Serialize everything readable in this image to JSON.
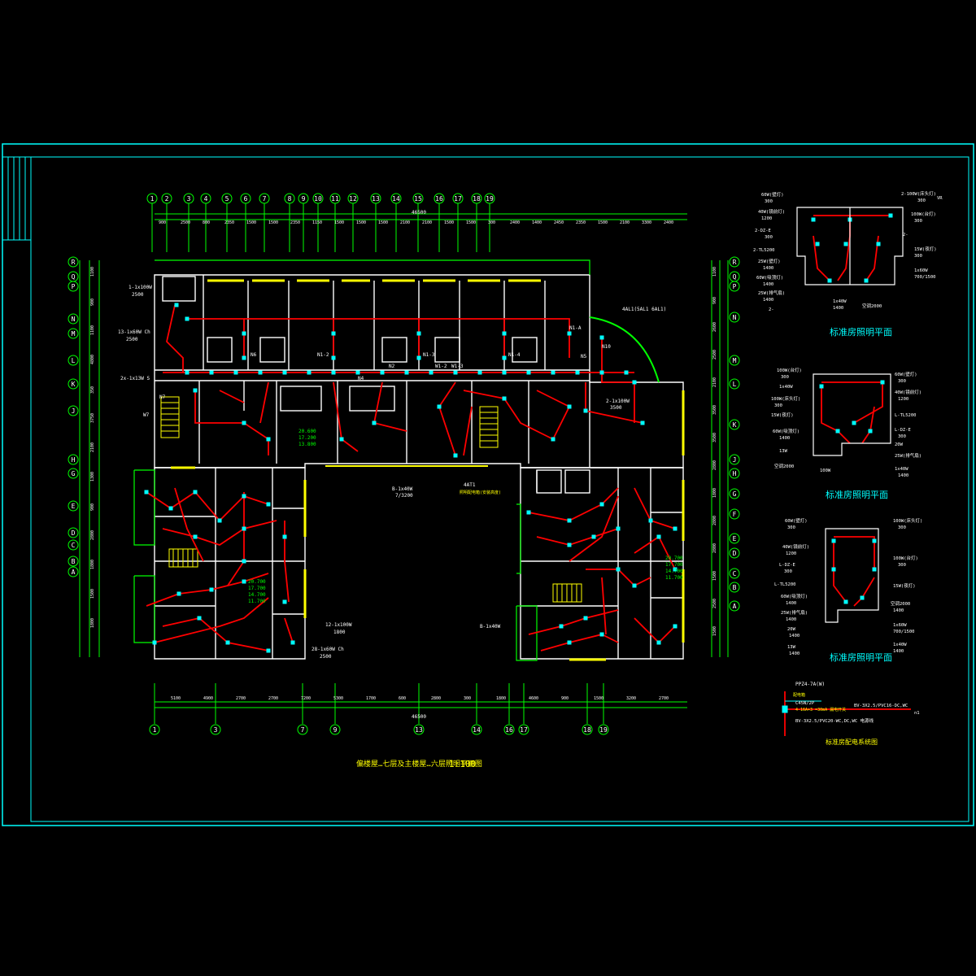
{
  "drawing": {
    "main_title": "偏楼屋…七层及主楼屋…六层照明平面图",
    "main_scale": "1:100",
    "overall_dim": "46500",
    "room1_title": "标准房照明平面",
    "room2_title": "标准房照明平面",
    "room3_title": "标准房照明平面",
    "system_title": "标准房配电系统图"
  },
  "grid_top": [
    "1",
    "2",
    "3",
    "4",
    "5",
    "6",
    "7",
    "8",
    "9",
    "10",
    "11",
    "12",
    "13",
    "14",
    "15",
    "16",
    "17",
    "18",
    "19"
  ],
  "grid_bottom": [
    "1",
    "3",
    "7",
    "9",
    "13",
    "14",
    "16",
    "17",
    "18",
    "19"
  ],
  "grid_left": [
    "R",
    "Q",
    "P",
    "N",
    "M",
    "L",
    "K",
    "J",
    "H",
    "G",
    "E",
    "D",
    "C",
    "B",
    "A"
  ],
  "grid_right": [
    "R",
    "Q",
    "P",
    "N",
    "M",
    "L",
    "K",
    "J",
    "H",
    "G",
    "F",
    "E",
    "D",
    "C",
    "B",
    "A"
  ],
  "dims_top": [
    "900",
    "2500",
    "800",
    "2350",
    "1500",
    "1500",
    "2350",
    "1150",
    "1500",
    "1500",
    "1500",
    "2100",
    "2100",
    "1500",
    "1500",
    "300",
    "2400",
    "1400",
    "2450",
    "2350",
    "1500",
    "2100",
    "3300",
    "2400"
  ],
  "dims_bottom": [
    "5100",
    "4900",
    "2700",
    "2700",
    "7200",
    "5300",
    "1700",
    "600",
    "2800",
    "300",
    "1800",
    "4600",
    "900",
    "1500",
    "3200",
    "2700"
  ],
  "dims_left": [
    "1100",
    "900",
    "1100",
    "4800",
    "350",
    "3750",
    "2100",
    "1300",
    "900",
    "2800",
    "1800",
    "1500",
    "1800"
  ],
  "dims_right": [
    "1100",
    "900",
    "2600",
    "2500",
    "2100",
    "3500",
    "3500",
    "2800",
    "1800",
    "2800",
    "2800",
    "1500",
    "2500",
    "1500"
  ],
  "annotations": {
    "a1": "1-1x100W",
    "a1b": "2500",
    "a2": "13-1x60W Ch",
    "a2b": "2500",
    "a3": "2x-1x13W S",
    "a4": "4AL1(5AL1 6AL1)",
    "a5": "2-1x100W",
    "a5b": "3500",
    "a6": "B-1x40W",
    "a6b": "7/3200",
    "a7": "4AT1",
    "a7b": "照明配电箱(安装高度)",
    "a8": "12-1x100W",
    "a8b": "1800",
    "a9": "28-1x60W Ch",
    "a9b": "2500",
    "a10": "B-1x40W",
    "elev1a": "20.600",
    "elev1b": "17.200",
    "elev1c": "13.800",
    "elev2a": "20.700",
    "elev2b": "17.700",
    "elev2c": "14.700",
    "elev2d": "11.700",
    "elev3a": "20.700",
    "elev3b": "17.700",
    "elev3c": "14.700",
    "elev3d": "11.700",
    "room_nm": "N1-2",
    "room_nm2": "N1-3",
    "room_nm3": "N1-4",
    "room_nm4": "N1-A",
    "room_nm5": "N5",
    "room_nm6": "N10",
    "room_nm7": "N4",
    "room_nm8": "W1-2",
    "room_nm9": "W1-3",
    "room_nm10": "N7",
    "room_nm11": "W7",
    "room_nm12": "N6",
    "room_nm13": "N2"
  },
  "room1_labels": {
    "l1": "60W(壁灯)",
    "l1b": "300",
    "l2": "40W(镜前灯)",
    "l2b": "1200",
    "l3": "2-DZ-E",
    "l3b": "300",
    "l4": "2-TL5200",
    "l5": "25W(壁灯)",
    "l5b": "1400",
    "l6": "60W(吸顶灯)",
    "l6b": "1400",
    "l7": "25W(排气扇)",
    "l7b": "1400",
    "l8": "2-",
    "l9": "1x40W",
    "l9b": "1400",
    "l10": "空调2000",
    "r1": "2-100W(床头灯)",
    "r1b": "300",
    "r1c": "VR",
    "r2": "100W(台灯)",
    "r2b": "300",
    "r3": "2-",
    "r4": "15W(夜灯)",
    "r4b": "300",
    "r5": "1x60W",
    "r5b": "700/1500"
  },
  "room2_labels": {
    "l1": "100W(台灯)",
    "l1b": "300",
    "l2": "1x40W",
    "l3": "100W(床头灯)",
    "l3b": "300",
    "l4": "15W(夜灯)",
    "l5": "60W(吸顶灯)",
    "l5b": "1400",
    "l6": "13W",
    "l7": "空调2000",
    "l8": "100W",
    "r1": "60W(壁灯)",
    "r1b": "300",
    "r2": "40W(镜前灯)",
    "r2b": "1200",
    "r3": "L-TL5200",
    "r4": "L-DZ-E",
    "r4b": "300",
    "r5": "20W",
    "r6": "25W(排气扇)",
    "r7": "1x40W",
    "r7b": "1400"
  },
  "room3_labels": {
    "l1": "60W(壁灯)",
    "l1b": "300",
    "l2": "40W(镜前灯)",
    "l2b": "1200",
    "l3": "L-DZ-E",
    "l3b": "300",
    "l4": "L-TL5200",
    "l5": "60W(吸顶灯)",
    "l5b": "1400",
    "l6": "25W(排气扇)",
    "l6b": "1400",
    "l7": "20W",
    "l7b": "1400",
    "l8": "13W",
    "l8b": "1400",
    "r1": "100W(床头灯)",
    "r1b": "300",
    "r2": "100W(台灯)",
    "r2b": "300",
    "r3": "15W(夜灯)",
    "r4": "空调2000",
    "r4b": "1400",
    "r5": "1x60W",
    "r5b": "700/1500",
    "r6": "1x40W",
    "r6b": "1400"
  },
  "system": {
    "panel": "PPZ4-7A(W)",
    "sub": "配电箱",
    "line1": "C45N/2P",
    "line2": "4-16A+3 =30mA 漏电开关",
    "cable1": "BV-3X2.5/PVC16-DC,WC",
    "cable2": "BV-3X2.5/PVC20-WC,DC,WC 电源线",
    "end": "n1"
  },
  "colors": {
    "frame": "#00ffff",
    "axis": "#00ff00",
    "wall": "#ffffff",
    "circuit": "#ff0000",
    "fixture": "#00ffff",
    "window": "#ffff00",
    "curve": "#00ff00",
    "background": "#000000"
  }
}
